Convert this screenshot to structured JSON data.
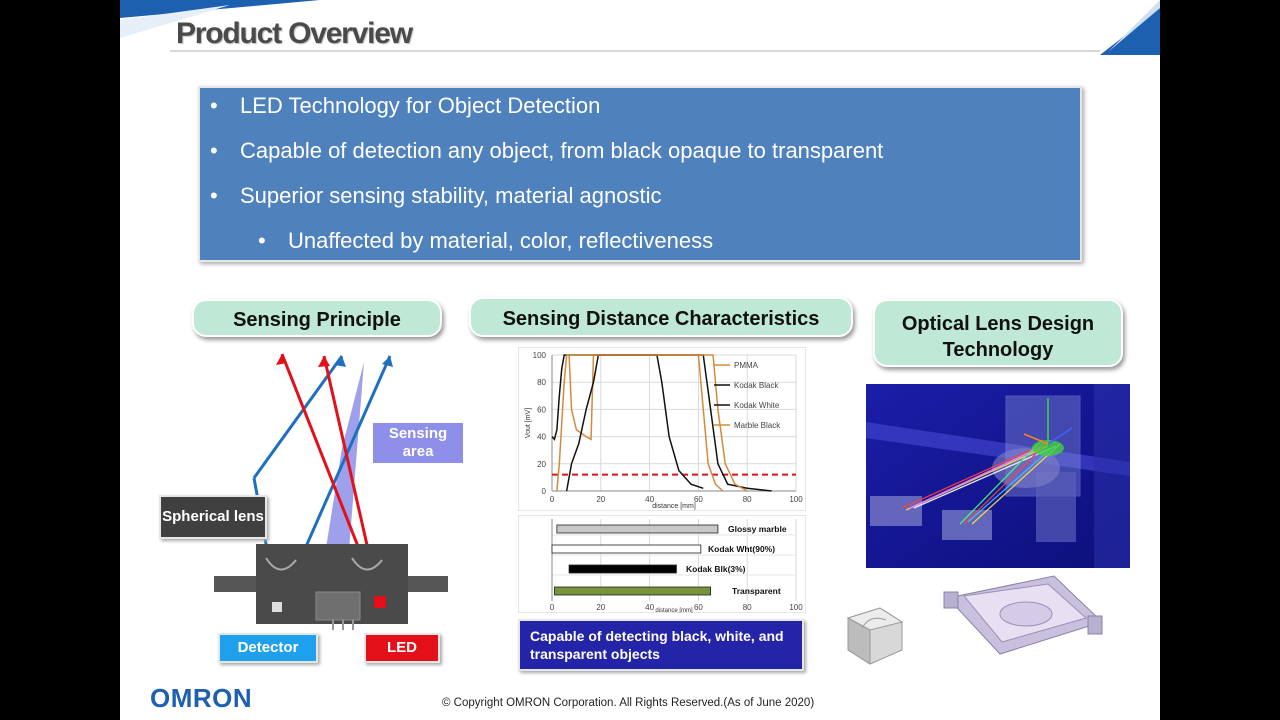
{
  "slide": {
    "title": "Product Overview",
    "bullets": [
      "LED Technology for Object Detection",
      "Capable of detection any object, from black opaque to transparent",
      "Superior sensing stability, material agnostic"
    ],
    "sub_bullets": [
      "Unaffected by material, color, reflectiveness"
    ],
    "bullet_glyph": "•"
  },
  "sensing_principle": {
    "heading": "Sensing Principle",
    "sensing_area": "Sensing area",
    "spherical_lens": "Spherical lens",
    "detector": "Detector",
    "led": "LED"
  },
  "distance": {
    "heading": "Sensing Distance Characteristics",
    "caption": "Capable of detecting black, white, and transparent objects"
  },
  "optical": {
    "heading": "Optical Lens Design Technology"
  },
  "footer": {
    "copyright": "© Copyright OMRON Corporation. All Rights Reserved.(As of  June 2020)",
    "logo": "OMRON"
  },
  "colors": {
    "bullet_box": "#4f81bd",
    "pill": "#bfe8d6",
    "caption_box": "#2424a8",
    "detector": "#1fa0ec",
    "led": "#e3101a",
    "ray_red": "#e3101a",
    "ray_blue": "#1f6fc0",
    "threshold": "#d8151c"
  },
  "chart_data": [
    {
      "type": "line",
      "xlabel": "distance [mm]",
      "ylabel": "Vout [mV]",
      "xlim": [
        0,
        100
      ],
      "ylim": [
        0,
        100
      ],
      "x_ticks": [
        "0",
        "20",
        "40",
        "60",
        "80",
        "100"
      ],
      "y_ticks": [
        "0",
        "20",
        "40",
        "60",
        "80",
        "100"
      ],
      "grid": true,
      "legend_position": "top-right",
      "series": [
        {
          "name": "PMMA",
          "color": "#d48a3a",
          "x": [
            7,
            8,
            10,
            14,
            16,
            17,
            60,
            62,
            64,
            67,
            70
          ],
          "y": [
            100,
            60,
            45,
            40,
            38,
            100,
            100,
            60,
            20,
            5,
            0
          ]
        },
        {
          "name": "Kodak Black",
          "color": "#111111",
          "x": [
            0,
            1,
            2,
            3,
            4,
            5,
            43,
            45,
            48,
            52,
            57,
            62
          ],
          "y": [
            40,
            38,
            45,
            70,
            90,
            100,
            100,
            80,
            40,
            15,
            5,
            2
          ]
        },
        {
          "name": "Kodak White",
          "color": "#111111",
          "x": [
            6,
            8,
            11,
            14,
            17,
            19,
            62,
            65,
            68,
            72,
            80,
            90
          ],
          "y": [
            0,
            20,
            35,
            60,
            80,
            100,
            100,
            60,
            20,
            5,
            2,
            0
          ]
        },
        {
          "name": "Marble Black",
          "color": "#d48a3a",
          "x": [
            2,
            3,
            4,
            5,
            6,
            66,
            68,
            71,
            75,
            80
          ],
          "y": [
            0,
            20,
            50,
            80,
            100,
            100,
            60,
            20,
            5,
            0
          ]
        }
      ],
      "threshold": {
        "y": 12,
        "style": "dashed",
        "color": "#d8151c"
      }
    },
    {
      "type": "bar",
      "orientation": "horizontal",
      "xlabel": "distance [mm]",
      "xlim": [
        0,
        100
      ],
      "x_ticks": [
        "0",
        "20",
        "40",
        "60",
        "80",
        "100"
      ],
      "categories": [
        "Glossy marble",
        "Kodak Wht(90%)",
        "Kodak Blk(3%)",
        "Transparent"
      ],
      "ranges": [
        [
          2,
          68
        ],
        [
          0,
          61
        ],
        [
          7,
          51
        ],
        [
          1,
          65
        ]
      ],
      "fills": [
        "#c8c8c8",
        "#ffffff",
        "#000000",
        "#77933c"
      ]
    }
  ]
}
